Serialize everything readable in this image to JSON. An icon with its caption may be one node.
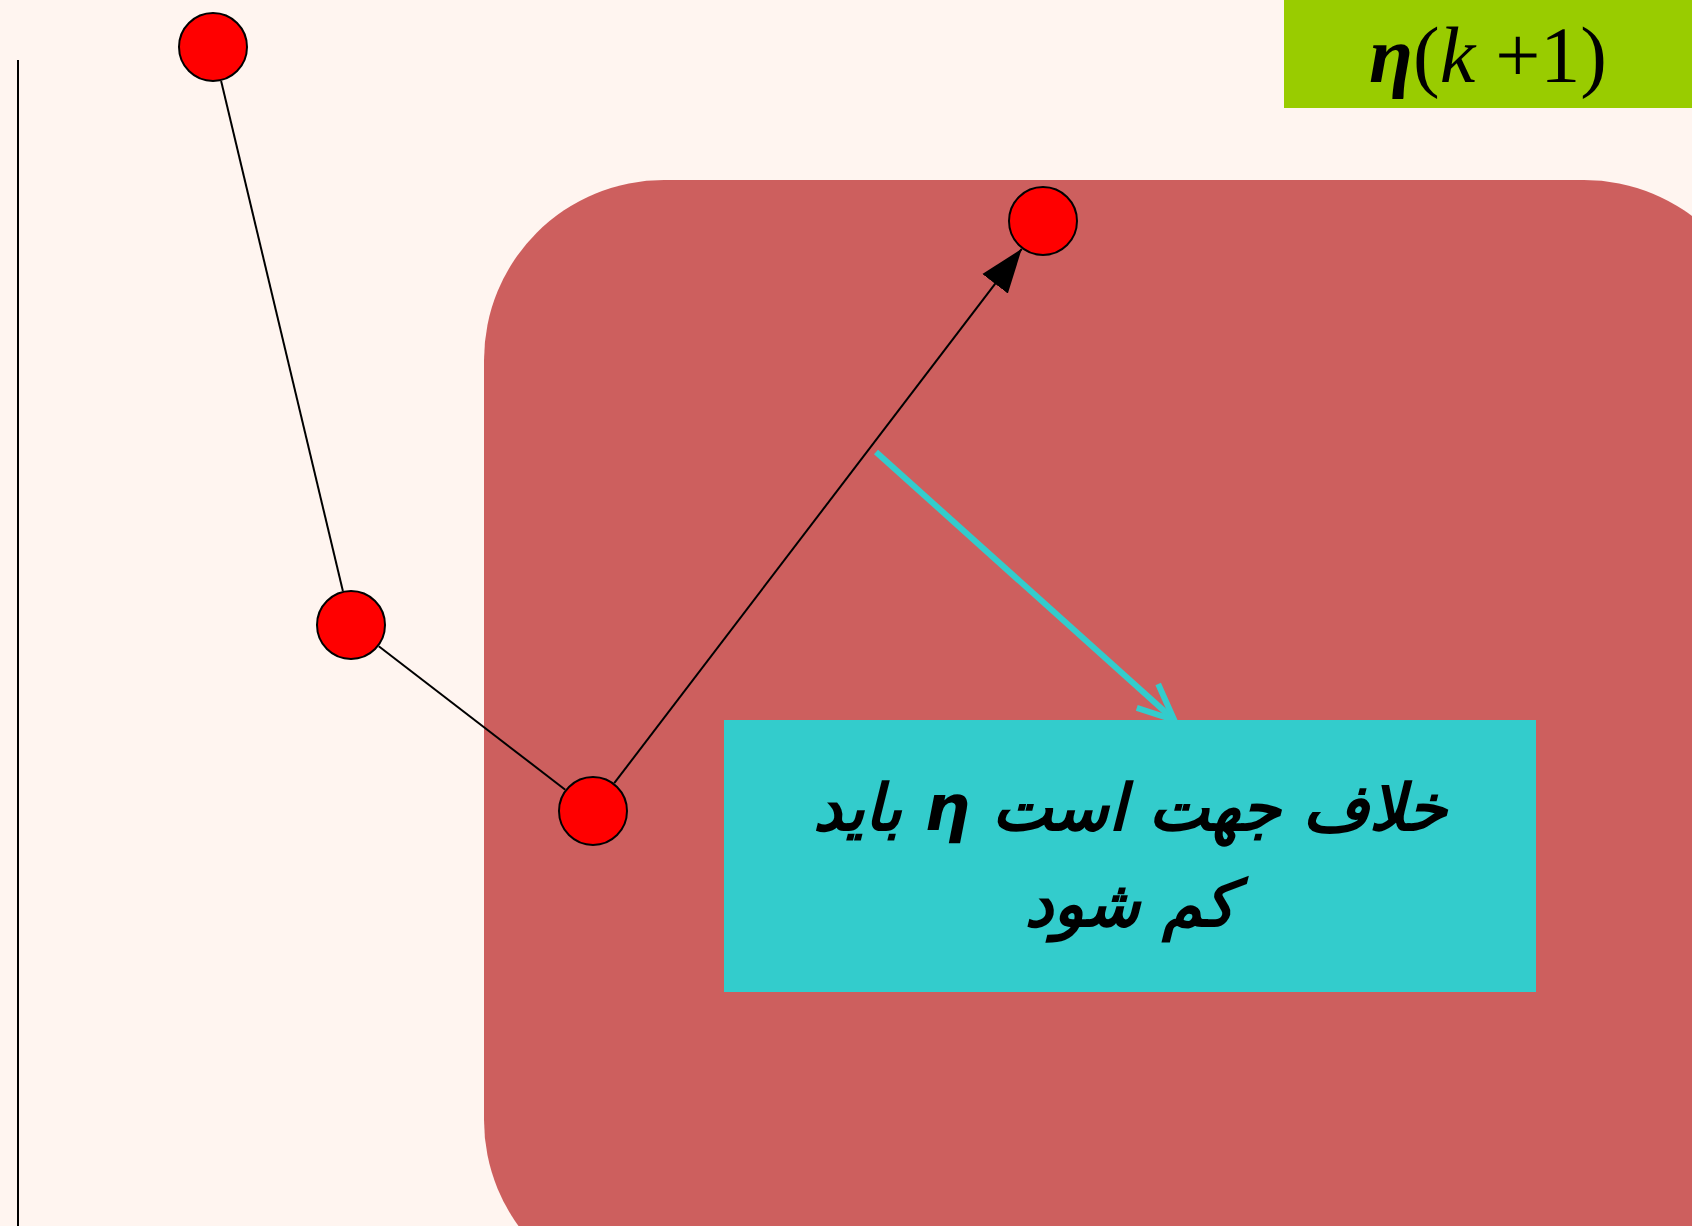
{
  "diagram": {
    "nodes": [
      {
        "text": [],
        "shape": "circle"
      },
      {
        "text": [],
        "shape": "circle"
      },
      {
        "text": [],
        "shape": "circle"
      },
      {
        "text": [],
        "shape": "circle"
      },
      {
        "text": [
          "خلاف جهت است η باید کم شود"
        ]
      },
      {
        "text": [
          "**η**(*k* +1)"
        ]
      }
    ],
    "edges": [
      {
        "from": 0,
        "to": 1,
        "arrow": "none"
      },
      {
        "from": 1,
        "to": 2,
        "arrow": "none"
      },
      {
        "from": 2,
        "to": 3,
        "arrow": "to"
      },
      {
        "from": null,
        "to": 4,
        "arrow": "to",
        "style": "thick",
        "color": "#33cccc"
      }
    ]
  }
}
